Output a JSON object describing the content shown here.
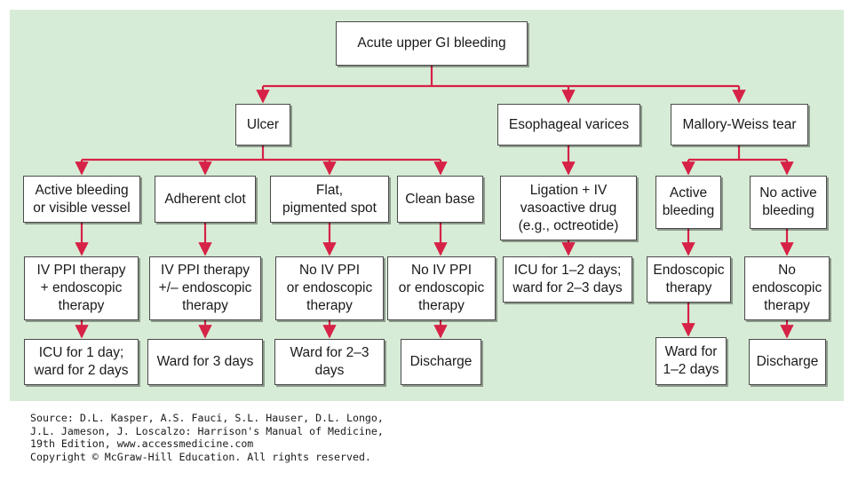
{
  "diagram": {
    "root": "Acute upper GI bleeding",
    "categories": {
      "ulcer": "Ulcer",
      "varices": "Esophageal varices",
      "mallory": "Mallory-Weiss tear"
    },
    "ulcer_findings": {
      "active": "Active bleeding\nor visible vessel",
      "clot": "Adherent clot",
      "flat": "Flat,\npigmented spot",
      "clean": "Clean base"
    },
    "ulcer_therapy": {
      "active": "IV PPI therapy\n+ endoscopic\ntherapy",
      "clot": "IV PPI therapy\n+/– endoscopic\ntherapy",
      "flat": "No IV PPI\nor endoscopic\ntherapy",
      "clean": "No IV PPI\nor endoscopic\ntherapy"
    },
    "ulcer_disposition": {
      "active": "ICU for 1 day;\nward for 2 days",
      "clot": "Ward for 3 days",
      "flat": "Ward for 2–3\ndays",
      "clean": "Discharge"
    },
    "varices_therapy": "Ligation + IV\nvasoactive drug\n(e.g., octreotide)",
    "varices_disposition": "ICU for 1–2 days;\nward for 2–3 days",
    "mallory_findings": {
      "active": "Active\nbleeding",
      "none": "No active\nbleeding"
    },
    "mallory_therapy": {
      "active": "Endoscopic\ntherapy",
      "none": "No\nendoscopic\ntherapy"
    },
    "mallory_disposition": {
      "active": "Ward for\n1–2 days",
      "none": "Discharge"
    },
    "colors": {
      "connector": "#d62246",
      "background": "#d7ecd6"
    }
  },
  "source": {
    "line1": "Source: D.L. Kasper, A.S. Fauci, S.L. Hauser, D.L. Longo,",
    "line2": "J.L. Jameson, J. Loscalzo: Harrison's Manual of Medicine,",
    "line3": "19th Edition, www.accessmedicine.com",
    "line4": "Copyright © McGraw-Hill Education. All rights reserved."
  }
}
